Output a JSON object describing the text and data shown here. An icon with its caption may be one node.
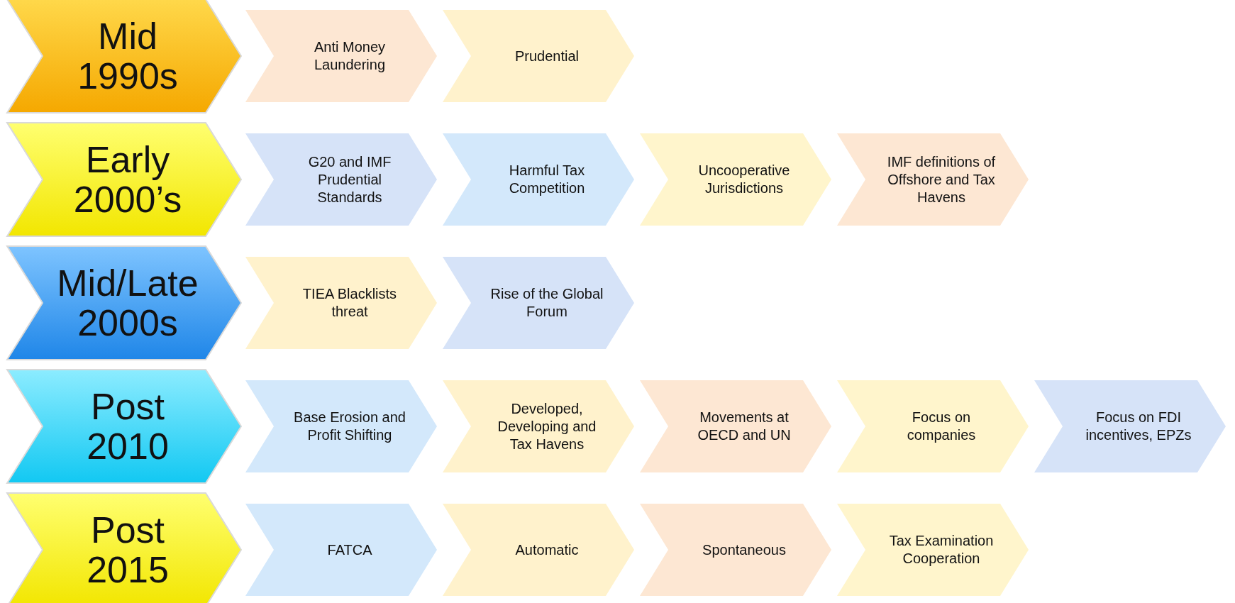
{
  "diagram": {
    "nodes": [
      {
        "text": [
          "Mid 1990s"
        ]
      },
      {
        "text": [
          "Anti Money Laundering"
        ]
      },
      {
        "text": [
          "Prudential"
        ]
      },
      {
        "text": [
          "Early 2000’s"
        ]
      },
      {
        "text": [
          "G20 and IMF Prudential Standards"
        ]
      },
      {
        "text": [
          "Harmful Tax Competition"
        ]
      },
      {
        "text": [
          "Uncooperative Jurisdictions"
        ]
      },
      {
        "text": [
          "IMF definitions of Offshore and Tax Havens"
        ]
      },
      {
        "text": [
          "Mid/Late 2000s"
        ]
      },
      {
        "text": [
          "TIEA Blacklists threat"
        ]
      },
      {
        "text": [
          "Rise of the Global Forum"
        ]
      },
      {
        "text": [
          "Post 2010"
        ]
      },
      {
        "text": [
          "Base Erosion and Profit Shifting"
        ]
      },
      {
        "text": [
          "Developed, Developing and Tax Havens"
        ]
      },
      {
        "text": [
          "Movements at OECD and UN"
        ]
      },
      {
        "text": [
          "Focus on companies"
        ]
      },
      {
        "text": [
          "Focus on FDI incentives, EPZs"
        ]
      },
      {
        "text": [
          "Post 2015"
        ]
      },
      {
        "text": [
          "FATCA"
        ]
      },
      {
        "text": [
          "Automatic"
        ]
      },
      {
        "text": [
          "Spontaneous"
        ]
      },
      {
        "text": [
          "Tax Examination Cooperation"
        ]
      }
    ],
    "edges": []
  }
}
